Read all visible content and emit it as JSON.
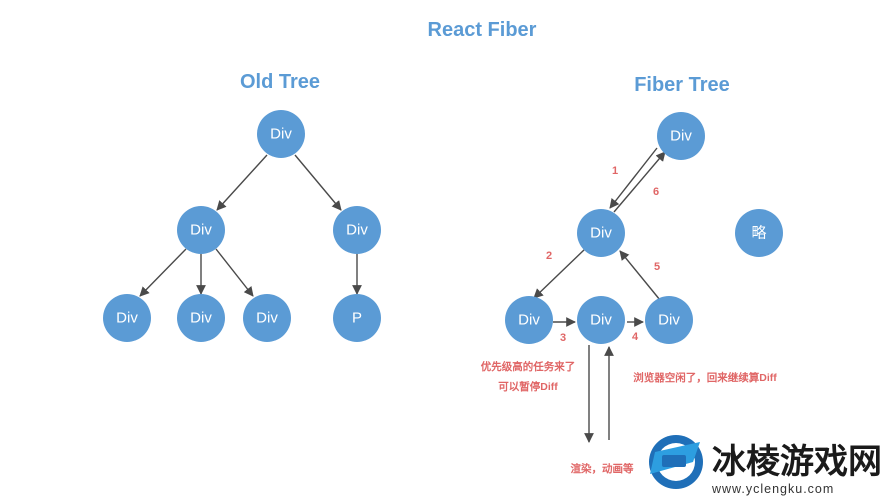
{
  "title": "React Fiber",
  "old_tree": {
    "heading": "Old Tree",
    "nodes": {
      "root": "Div",
      "left": "Div",
      "right": "Div",
      "leaf1": "Div",
      "leaf2": "Div",
      "leaf3": "Div",
      "leaf4": "P"
    }
  },
  "fiber_tree": {
    "heading": "Fiber Tree",
    "nodes": {
      "root": "Div",
      "mid": "Div",
      "aside": "略",
      "c1": "Div",
      "c2": "Div",
      "c3": "Div"
    },
    "steps": [
      "1",
      "2",
      "3",
      "4",
      "5",
      "6"
    ],
    "notes": {
      "pause_line1": "优先级高的任务来了",
      "pause_line2": "可以暂停Diff",
      "resume": "浏览器空闲了，回来继续算Diff",
      "render": "渲染，动画等"
    }
  },
  "watermark": {
    "text": "冰棱游戏网",
    "url": "www.yclengku.com"
  },
  "colors": {
    "title": "#5b9bd5",
    "node": "#5b9bd5",
    "edge": "#4a4a4a",
    "annotation": "#e06666"
  }
}
